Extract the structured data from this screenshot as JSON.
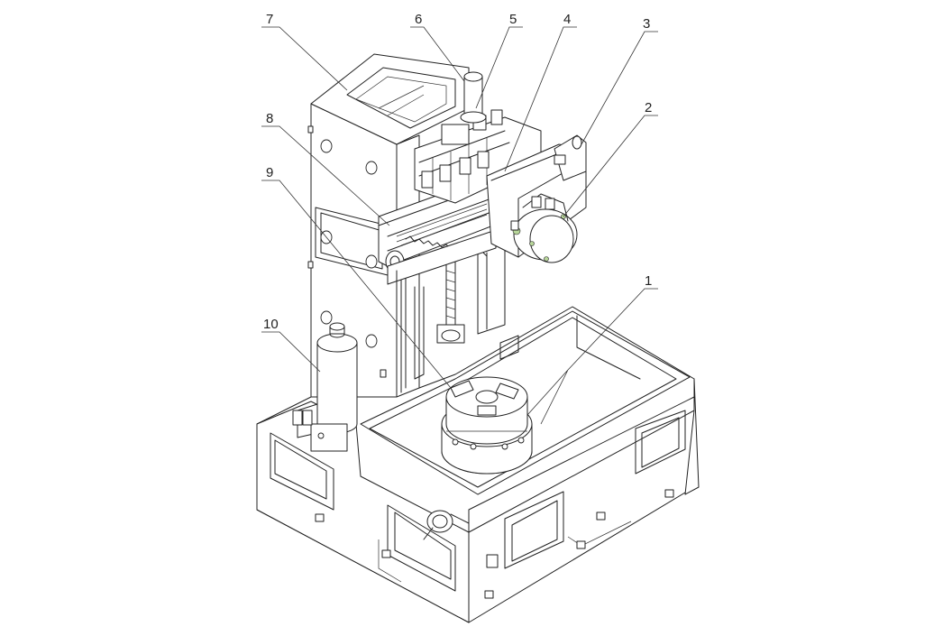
{
  "callouts": [
    {
      "id": "1",
      "label": "1"
    },
    {
      "id": "2",
      "label": "2"
    },
    {
      "id": "3",
      "label": "3"
    },
    {
      "id": "4",
      "label": "4"
    },
    {
      "id": "5",
      "label": "5"
    },
    {
      "id": "6",
      "label": "6"
    },
    {
      "id": "7",
      "label": "7"
    },
    {
      "id": "8",
      "label": "8"
    },
    {
      "id": "9",
      "label": "9"
    },
    {
      "id": "10",
      "label": "10"
    }
  ],
  "colors": {
    "line": "#222222",
    "background": "#ffffff",
    "accent": "#b8d69a"
  }
}
